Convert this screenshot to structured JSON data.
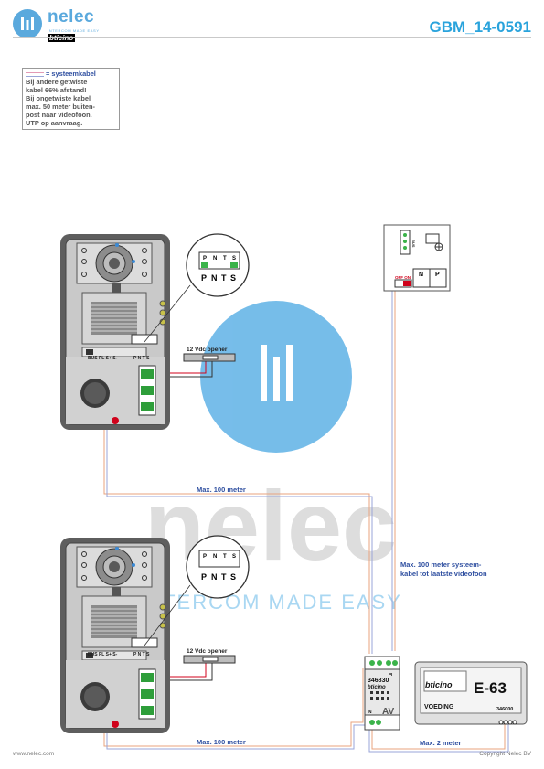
{
  "header": {
    "brand": "nelec",
    "tagline": "INTERCOM MADE EASY",
    "sub_brand": "bticino",
    "doc_code": "GBM_14-0591"
  },
  "legend": {
    "title": "= systeemkabel",
    "line_1": "Bij andere getwiste",
    "line_2": "kabel 66% afstand!",
    "line_3": "Bij ongetwiste kabel",
    "line_4": "max. 50 meter buiten-",
    "line_5": "post naar videofoon.",
    "line_6": "UTP op aanvraag."
  },
  "watermark": {
    "brand": "nelec",
    "tagline": "INTERCOM MADE EASY"
  },
  "panel_top": {
    "terminal_labels": [
      "P",
      "N",
      "T",
      "S"
    ],
    "bus_labels": "BUS PL S+ S-",
    "bottom_terminals": "P N T S",
    "opener_label": "12 Vdc opener"
  },
  "panel_bottom": {
    "terminal_labels": [
      "P",
      "N",
      "T",
      "S"
    ],
    "bus_labels": "BUS PL S+ S-",
    "bottom_terminals": "P N T S",
    "opener_label": "12 Vdc opener"
  },
  "cables": {
    "top_run": "Max. 100 meter",
    "bottom_run": "Max. 100 meter",
    "system_run_1": "Max. 100 meter systeem-",
    "system_run_2": "kabel tot laatste videofoon",
    "supply_run": "Max. 2 meter"
  },
  "monitor": {
    "terminals": "BUS",
    "switch_label": "OFF ON",
    "n_label": "N",
    "p_label": "P"
  },
  "distributor": {
    "model": "346830",
    "brand": "bticino",
    "badge": "AV",
    "pi_label": "PI",
    "io_label": "IN"
  },
  "power_supply": {
    "brand": "bticino",
    "model_name": "E-63",
    "label": "VOEDING",
    "model_number": "346000"
  },
  "footer": {
    "website": "www.nelec.com",
    "copyright": "Copyright Nelec BV"
  }
}
